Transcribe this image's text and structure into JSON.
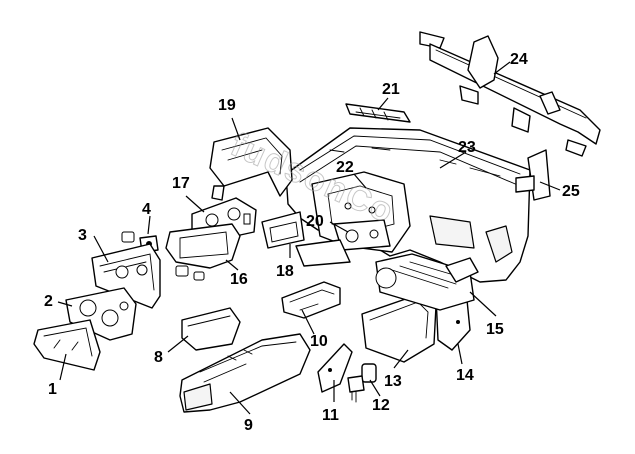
{
  "diagram": {
    "callouts": [
      {
        "id": "1",
        "label": "1"
      },
      {
        "id": "2",
        "label": "2"
      },
      {
        "id": "3",
        "label": "3"
      },
      {
        "id": "4",
        "label": "4"
      },
      {
        "id": "8",
        "label": "8"
      },
      {
        "id": "9",
        "label": "9"
      },
      {
        "id": "10",
        "label": "10"
      },
      {
        "id": "11",
        "label": "11"
      },
      {
        "id": "12",
        "label": "12"
      },
      {
        "id": "13",
        "label": "13"
      },
      {
        "id": "14",
        "label": "14"
      },
      {
        "id": "15",
        "label": "15"
      },
      {
        "id": "16",
        "label": "16"
      },
      {
        "id": "17",
        "label": "17"
      },
      {
        "id": "18",
        "label": "18"
      },
      {
        "id": "19",
        "label": "19"
      },
      {
        "id": "20",
        "label": "20"
      },
      {
        "id": "21",
        "label": "21"
      },
      {
        "id": "22",
        "label": "22"
      },
      {
        "id": "23",
        "label": "23"
      },
      {
        "id": "24",
        "label": "24"
      },
      {
        "id": "25",
        "label": "25"
      }
    ],
    "watermark": "fudsonCo",
    "line_color": "#000000",
    "background_color": "#ffffff"
  }
}
